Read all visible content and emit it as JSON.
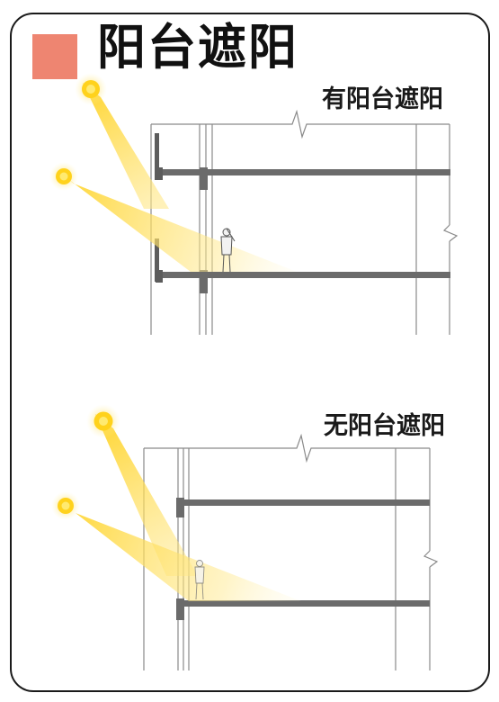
{
  "header": {
    "title": "阳台遮阳",
    "accent_color": "#EE8571"
  },
  "panels": {
    "with_shade": {
      "label": "有阳台遮阳"
    },
    "without_shade": {
      "label": "无阳台遮阳"
    }
  },
  "colors": {
    "sun": "#FFD21C",
    "beam": "#FFD42A",
    "structure": "#666666",
    "line": "#888888"
  }
}
